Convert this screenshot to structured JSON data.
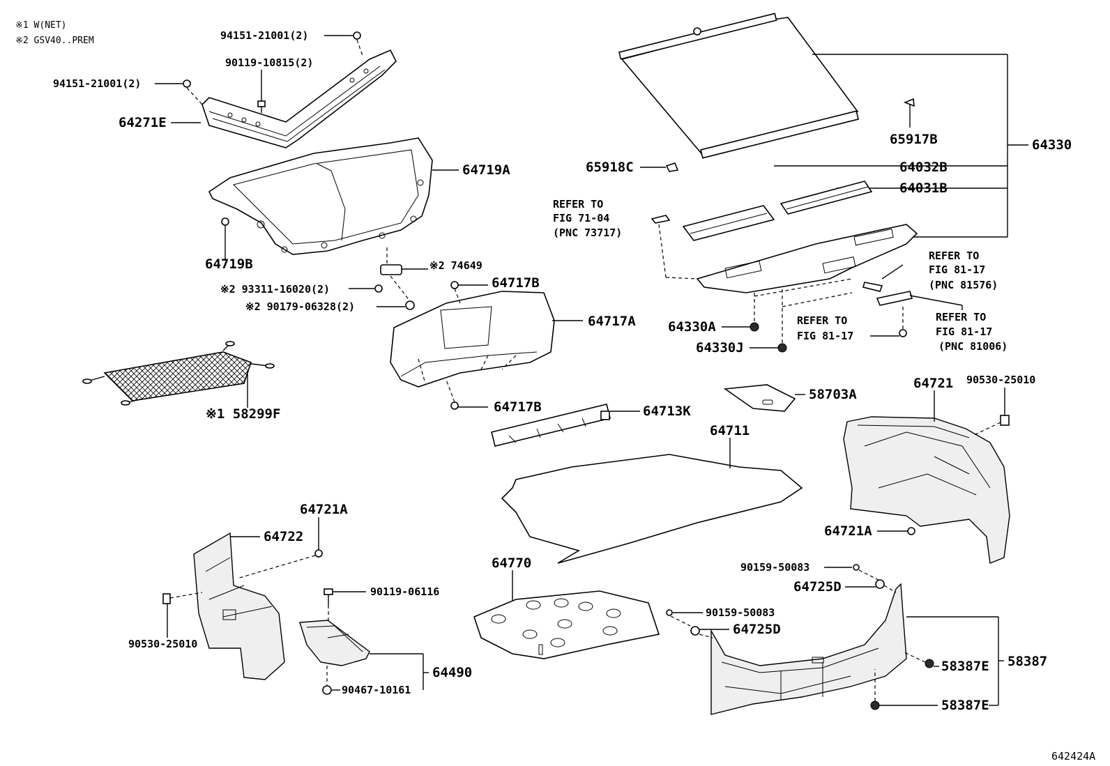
{
  "notes": [
    "※1  W(NET)",
    "※2  GSV40..PREM"
  ],
  "figure_code": "642424A",
  "labels": {
    "p94151_a": "94151-21001(2)",
    "p90119_10815": "90119-10815(2)",
    "p94151_b": "94151-21001(2)",
    "p64271E": "64271E",
    "p64719A": "64719A",
    "p64719B": "64719B",
    "p74649": "※2 74649",
    "p93311": "※2 93311-16020(2)",
    "p90179": "※2 90179-06328(2)",
    "p64717B_top": "64717B",
    "p64717A": "64717A",
    "p58299F": "※1 58299F",
    "p64717B_bot": "64717B",
    "p64713K": "64713K",
    "p58703A": "58703A",
    "p64711": "64711",
    "p64721A_left": "64721A",
    "p64722": "64722",
    "p90119_06116": "90119-06116",
    "p90530_left": "90530-25010",
    "p64490": "64490",
    "p90467": "90467-10161",
    "p64770": "64770",
    "p65917B": "65917B",
    "p64330": "64330",
    "p65918C": "65918C",
    "p64032B": "64032B",
    "p64031B": "64031B",
    "ref_71_04_l1": "REFER TO",
    "ref_71_04_l2": "FIG 71-04",
    "ref_71_04_l3": "(PNC 73717)",
    "ref_81576_l1": "REFER TO",
    "ref_81576_l2": "FIG 81-17",
    "ref_81576_l3": "(PNC 81576)",
    "ref_81006_l1": "REFER TO",
    "ref_81006_l2": "FIG 81-17",
    "ref_81006_l3": "(PNC 81006)",
    "ref_81_17_mid_l1": "REFER TO",
    "ref_81_17_mid_l2": "FIG 81-17",
    "p64330A": "64330A",
    "p64330J": "64330J",
    "p64721": "64721",
    "p90530_right": "90530-25010",
    "p64721A_right": "64721A",
    "p90159_a": "90159-50083",
    "p64725D_a": "64725D",
    "p90159_b": "90159-50083",
    "p64725D_b": "64725D",
    "p58387": "58387",
    "p58387E_a": "58387E",
    "p58387E_b": "58387E"
  }
}
